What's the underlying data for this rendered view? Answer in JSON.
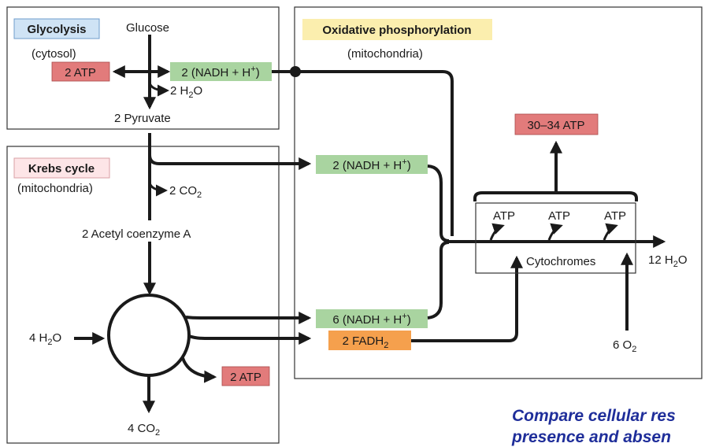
{
  "sections": {
    "glycolysis": {
      "title": "Glycolysis",
      "location": "(cytosol)"
    },
    "krebs": {
      "title": "Krebs cycle",
      "location": "(mitochondria)"
    },
    "oxphos": {
      "title": "Oxidative phosphorylation",
      "location": "(mitochondria)"
    }
  },
  "glycolysis": {
    "glucose": "Glucose",
    "atp": "2 ATP",
    "nadh": "2 (NADH + H",
    "nadh_sup": "+",
    "nadh_close": ")",
    "water": "2 H",
    "water_sub": "2",
    "water_end": "O",
    "pyruvate": "2 Pyruvate"
  },
  "krebs": {
    "nadh": "2 (NADH + H",
    "nadh_sup": "+",
    "nadh_close": ")",
    "co2": "2 CO",
    "co2_sub": "2",
    "acetyl": "2 Acetyl coenzyme A",
    "water_in": "4 H",
    "water_in_sub": "2",
    "water_in_end": "O",
    "nadh6": "6 (NADH + H",
    "nadh6_sup": "+",
    "nadh6_close": ")",
    "fadh": "2 FADH",
    "fadh_sub": "2",
    "atp": "2 ATP",
    "co2_out": "4 CO",
    "co2_out_sub": "2"
  },
  "oxphos": {
    "atp_total": "30–34 ATP",
    "atp_labels": [
      "ATP",
      "ATP",
      "ATP"
    ],
    "cytochromes": "Cytochromes",
    "water_out": "12 H",
    "water_out_sub": "2",
    "water_out_end": "O",
    "oxygen": "6 O",
    "oxygen_sub": "2"
  },
  "footer": {
    "line1": "Compare cellular res",
    "line2": "presence and absen"
  },
  "colors": {
    "line": "#1a1a1a",
    "glycolysis_label_bg": "#cfe3f5",
    "glycolysis_label_border": "#6f9ccc",
    "krebs_label_bg": "#fde5e7",
    "krebs_label_border": "#d9a0a6",
    "oxphos_label_bg": "#fbeeae",
    "atp_bg": "#e27b7b",
    "nadh_bg": "#a9d4a0",
    "fadh_bg": "#f5a04d",
    "footer_text": "#1f2e9a"
  }
}
